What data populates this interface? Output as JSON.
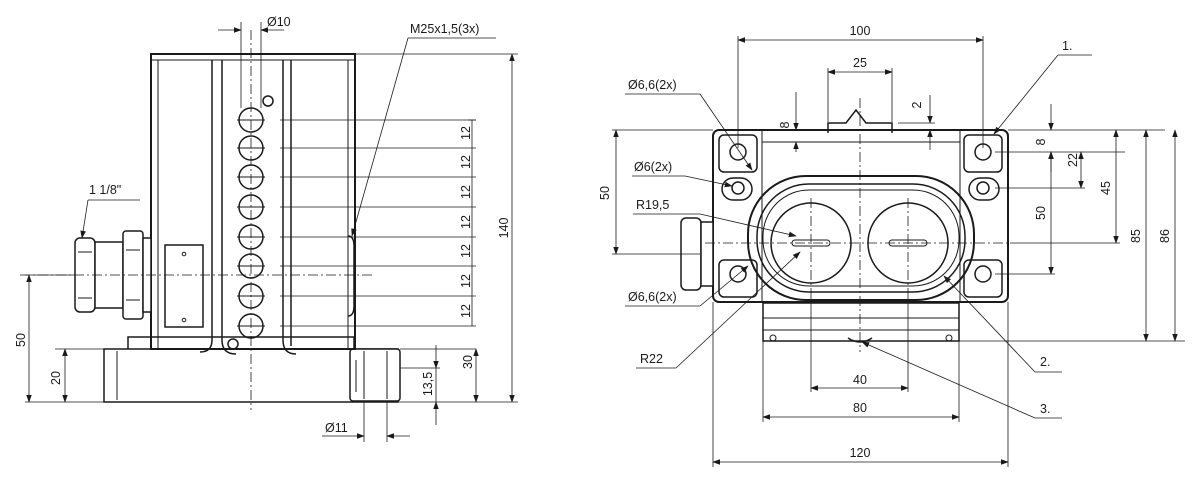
{
  "side_view": {
    "dims": {
      "d10": "Ø10",
      "thread": "M25x1,5(3x)",
      "pitch": "12",
      "h140": "140",
      "h50": "50",
      "h20": "20",
      "h30": "30",
      "h13_5": "13,5",
      "d11": "Ø11",
      "gland": "1 1/8\""
    }
  },
  "front_view": {
    "dims": {
      "w100": "100",
      "w25": "25",
      "v8_top": "8",
      "v2": "2",
      "hole_6_6_top": "Ø6,6(2x)",
      "hole_6": "Ø6(2x)",
      "r19_5": "R19,5",
      "hole_6_6_bottom": "Ø6,6(2x)",
      "r22": "R22",
      "h50_left": "50",
      "v8_right": "8",
      "v22": "22",
      "v45": "45",
      "v50_right": "50",
      "v85": "85",
      "v86": "86",
      "w40": "40",
      "w80": "80",
      "w120": "120"
    },
    "callouts": [
      "1.",
      "2.",
      "3."
    ]
  }
}
